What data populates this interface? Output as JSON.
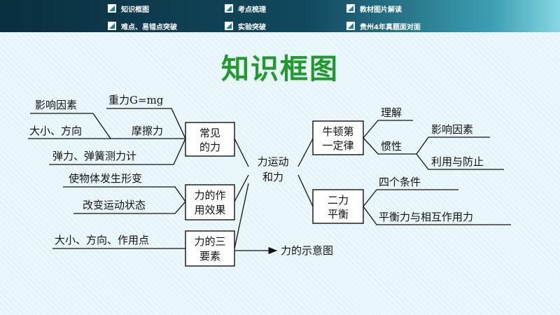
{
  "nav": {
    "items": [
      {
        "label": "知识框图"
      },
      {
        "label": "考点梳理"
      },
      {
        "label": "教材图片解读"
      },
      {
        "label": "难点、易错点突破"
      },
      {
        "label": "实验突破"
      },
      {
        "label": "贵州4年真题面对面"
      }
    ]
  },
  "page_title": "知识框图",
  "diagram": {
    "center_line1": "力运动",
    "center_line2": "和力",
    "common_forces": {
      "line1": "常见",
      "line2": "的力",
      "gravity_formula": "重力G=mg",
      "factors": "影响因素",
      "size_direction": "大小、方向",
      "friction": "摩擦力",
      "elastic": "弹力、弹簧测力计"
    },
    "effects": {
      "line1": "力的作",
      "line2": "用效果",
      "deform": "使物体发生形变",
      "motion_change": "改变运动状态"
    },
    "three_elements": {
      "line1": "力的三",
      "line2": "要素",
      "items": "大小、方向、作用点",
      "diagram_label": "力的示意图"
    },
    "newton": {
      "line1": "牛顿第",
      "line2": "一定律",
      "understand": "理解",
      "inertia": "惯性",
      "factors": "影响因素",
      "use_prevent": "利用与防止"
    },
    "balance": {
      "line1": "二力",
      "line2": "平衡",
      "conditions": "四个条件",
      "compare": "平衡力与相互作用力"
    }
  }
}
